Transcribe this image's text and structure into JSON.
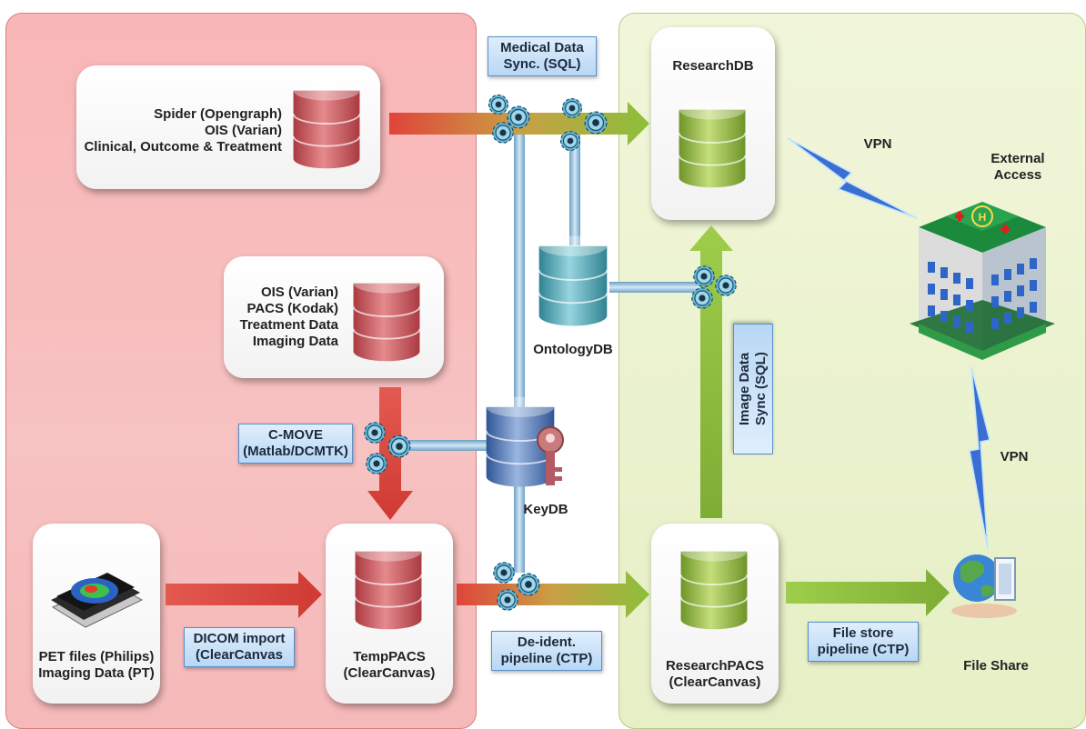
{
  "labels": {
    "clinical_source": [
      "Spider (Opengraph)",
      "OIS (Varian)",
      "Clinical, Outcome & Treatment"
    ],
    "imaging_source": [
      "OIS (Varian)",
      "PACS (Kodak)",
      "Treatment Data",
      "Imaging Data"
    ],
    "pet_source": [
      "PET files (Philips)",
      "Imaging Data (PT)"
    ],
    "temppacs": [
      "TempPACS",
      "(ClearCanvas)"
    ],
    "researchpacs": [
      "ResearchPACS",
      "(ClearCanvas)"
    ],
    "researchdb": "ResearchDB",
    "ontologydb": "OntologyDB",
    "keydb": "KeyDB",
    "external_access": [
      "External",
      "Access"
    ],
    "file_share": "File Share",
    "vpn_top": "VPN",
    "vpn_bottom": "VPN"
  },
  "tags": {
    "medical_sync": [
      "Medical Data",
      "Sync. (SQL)"
    ],
    "cmove": [
      "C-MOVE",
      "(Matlab/DCMTK)"
    ],
    "dicom_import": [
      "DICOM import",
      "(ClearCanvas"
    ],
    "deident": [
      "De-ident.",
      "pipeline (CTP)"
    ],
    "filestore": [
      "File store",
      "pipeline (CTP)"
    ],
    "image_sync": [
      "Image Data",
      "Sync (SQL)"
    ]
  },
  "colors": {
    "red_db": "#c9545a",
    "green_db": "#8cb33f",
    "teal_db": "#4fa7b4",
    "blue_db": "#4f78b8",
    "red_arrow": "#d9403a",
    "green_arrow": "#8cbf3a",
    "pipe": "#9cc4e0",
    "gear": "#5fb3d2"
  }
}
